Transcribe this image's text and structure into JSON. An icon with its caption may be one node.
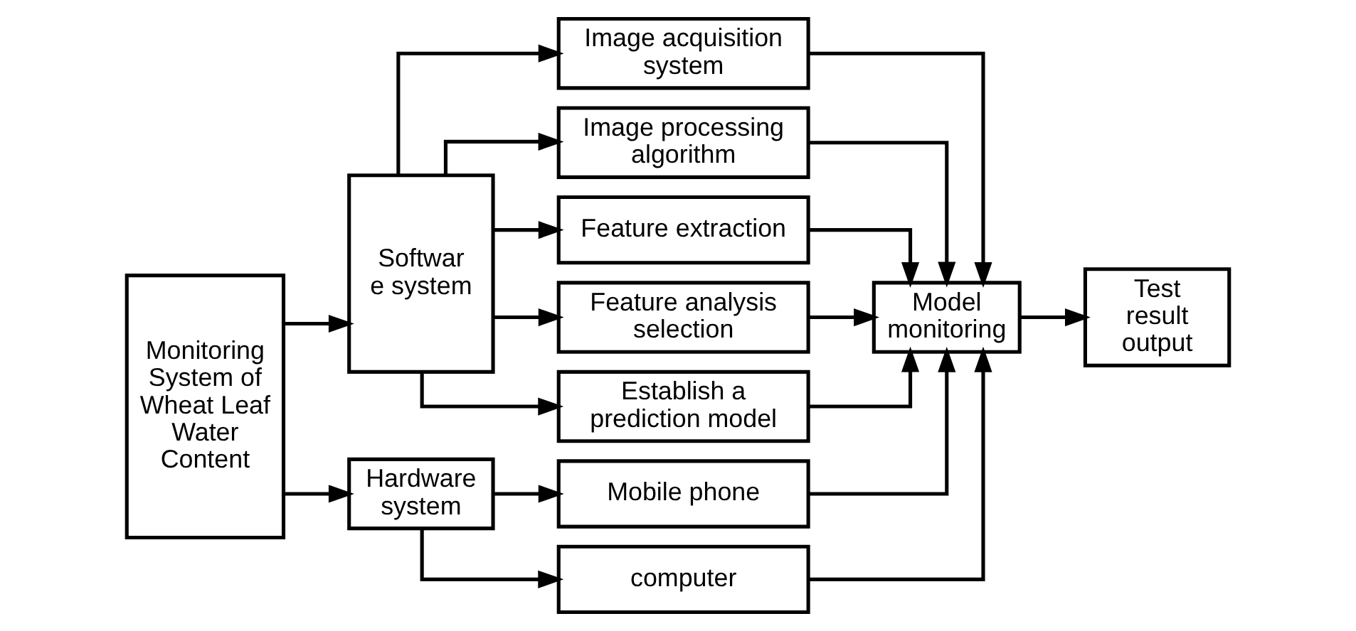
{
  "diagram": {
    "nodes": [
      {
        "text": [
          "Monitoring System of Wheat Leaf Water Content"
        ]
      },
      {
        "text": [
          "Softwar e system"
        ]
      },
      {
        "text": [
          "Hardware system"
        ]
      },
      {
        "text": [
          "Image acquisition system"
        ]
      },
      {
        "text": [
          "Image processing algorithm"
        ]
      },
      {
        "text": [
          "Feature extraction"
        ]
      },
      {
        "text": [
          "Feature analysis selection"
        ]
      },
      {
        "text": [
          "Establish a prediction model"
        ]
      },
      {
        "text": [
          "Mobile phone"
        ]
      },
      {
        "text": [
          "computer"
        ]
      },
      {
        "text": [
          "Model monitoring"
        ]
      },
      {
        "text": [
          "Test result output"
        ]
      }
    ],
    "edges": [
      {
        "from": 0,
        "to": 1,
        "arrow": "to"
      },
      {
        "from": 0,
        "to": 2,
        "arrow": "to"
      },
      {
        "from": 1,
        "to": 3,
        "arrow": "to"
      },
      {
        "from": 1,
        "to": 4,
        "arrow": "to"
      },
      {
        "from": 1,
        "to": 5,
        "arrow": "to"
      },
      {
        "from": 1,
        "to": 6,
        "arrow": "to"
      },
      {
        "from": 1,
        "to": 7,
        "arrow": "to"
      },
      {
        "from": 2,
        "to": 8,
        "arrow": "to"
      },
      {
        "from": 2,
        "to": 9,
        "arrow": "to"
      },
      {
        "from": 3,
        "to": 10,
        "arrow": "to"
      },
      {
        "from": 4,
        "to": 10,
        "arrow": "to"
      },
      {
        "from": 5,
        "to": 10,
        "arrow": "to"
      },
      {
        "from": 6,
        "to": 10,
        "arrow": "to"
      },
      {
        "from": 7,
        "to": 10,
        "arrow": "to"
      },
      {
        "from": 8,
        "to": 10,
        "arrow": "to"
      },
      {
        "from": 9,
        "to": 10,
        "arrow": "to"
      },
      {
        "from": 10,
        "to": 11,
        "arrow": "to"
      }
    ]
  }
}
